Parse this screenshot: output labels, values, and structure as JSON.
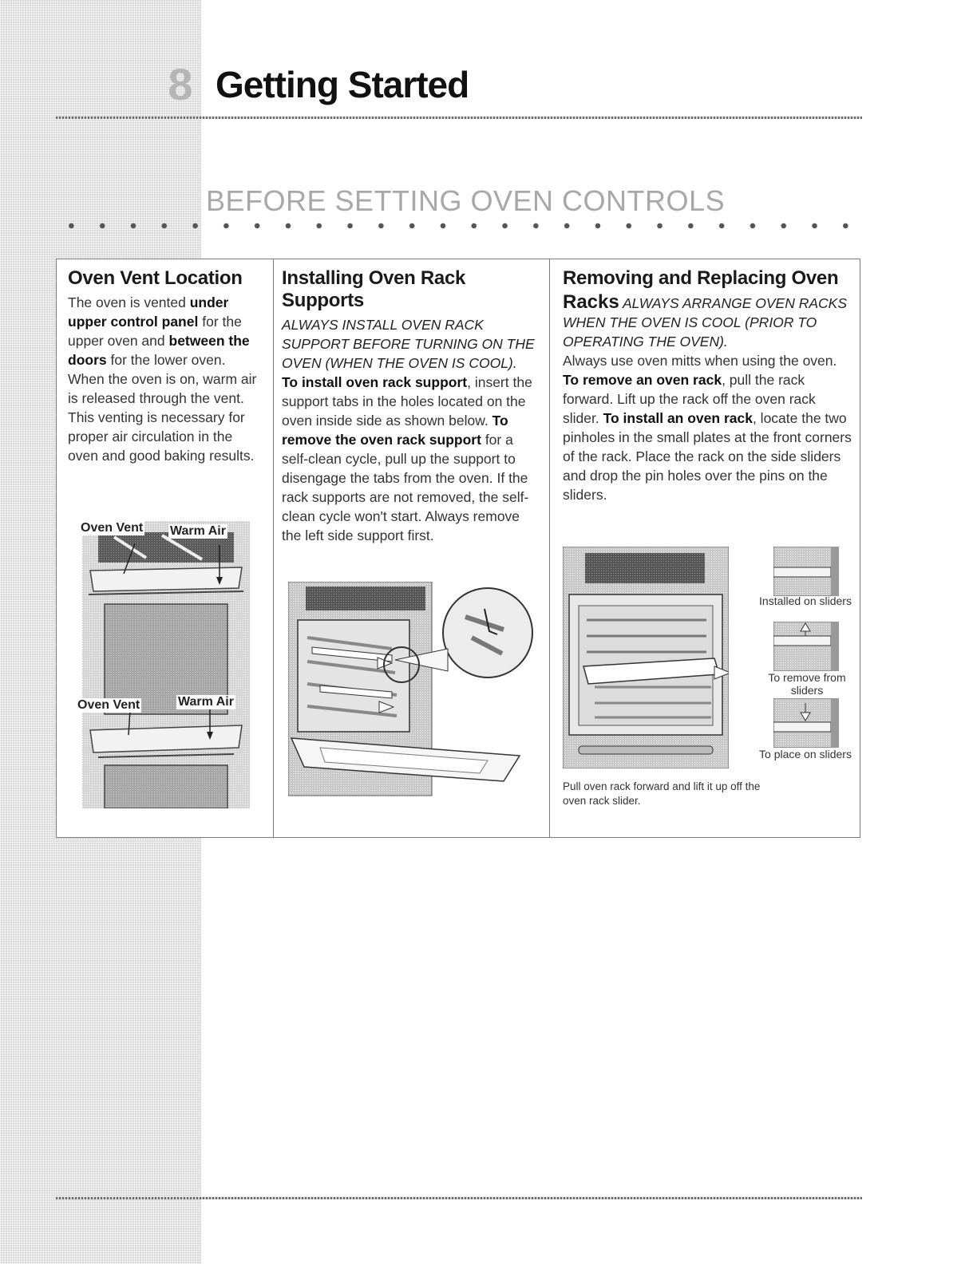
{
  "header": {
    "page_number": "8",
    "title": "Getting Started"
  },
  "section": {
    "heading": "BEFORE SETTING OVEN CONTROLS"
  },
  "col1": {
    "title": "Oven Vent Location",
    "p1": "The oven is vented ",
    "b1": "under upper control panel",
    "p2": " for the upper oven and ",
    "b2": "between the doors",
    "p3": " for the lower oven. When the oven is on, warm air is released through the vent. This venting is necessary for proper air circulation in the oven and good baking results.",
    "fig_labels": {
      "oven_vent_top": "Oven Vent",
      "warm_air_top": "Warm Air",
      "oven_vent_bottom": "Oven Vent",
      "warm_air_bottom": "Warm Air"
    }
  },
  "col2": {
    "title": "Installing Oven Rack Supports",
    "warning": "ALWAYS INSTALL OVEN RACK SUPPORT BEFORE TURNING ON THE OVEN (WHEN THE OVEN IS COOL).",
    "b1": "To install oven rack support",
    "p1": ", insert the support tabs in the holes located on the oven inside side as shown below. ",
    "b2": "To remove the oven rack support",
    "p2": " for a self-clean cycle, pull up the support to disengage the tabs from the oven. If the rack supports are not removed, the self-clean cycle won't start. Always remove the left side support first."
  },
  "col3": {
    "title_line1": "Removing and Replacing Oven",
    "title_line2": "Racks",
    "warning": " ALWAYS ARRANGE OVEN RACKS WHEN THE OVEN IS COOL (PRIOR TO OPERATING THE OVEN).",
    "p0": "Always use oven mitts when using the oven.",
    "b1": "To remove an oven rack",
    "p1": ", pull the rack forward. Lift up the rack off the oven rack slider. ",
    "b2": "To install an oven rack",
    "p2": ", locate the two pinholes in the small plates at the front corners of the rack. Place the rack on the side sliders and drop the pin holes over the pins on the sliders.",
    "captions": {
      "installed": "Installed on sliders",
      "remove": "To remove from sliders",
      "place": "To place on sliders",
      "main": "Pull oven rack forward and lift it up off the oven rack slider."
    }
  }
}
